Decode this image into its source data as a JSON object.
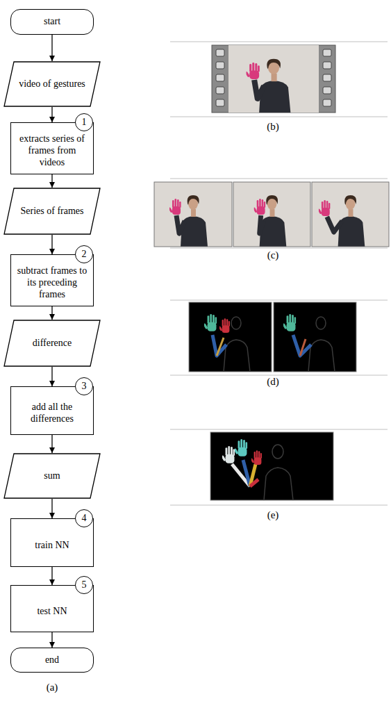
{
  "diagram": {
    "nodes": [
      {
        "text": [
          "start"
        ]
      },
      {
        "text": [
          "video of gestures"
        ]
      },
      {
        "text": [
          "extracts series of frames from videos"
        ]
      },
      {
        "text": [
          "1"
        ]
      },
      {
        "text": [
          "Series of frames"
        ]
      },
      {
        "text": [
          "subtract frames to its preceding frames"
        ]
      },
      {
        "text": [
          "2"
        ]
      },
      {
        "text": [
          "difference"
        ]
      },
      {
        "text": [
          "add all the differences"
        ]
      },
      {
        "text": [
          "3"
        ]
      },
      {
        "text": [
          "sum"
        ]
      },
      {
        "text": [
          "train NN"
        ]
      },
      {
        "text": [
          "4"
        ]
      },
      {
        "text": [
          "test NN"
        ]
      },
      {
        "text": [
          "5"
        ]
      },
      {
        "text": [
          "end"
        ]
      }
    ],
    "edges": [
      {
        "from": 0,
        "to": 1,
        "arrow": "to"
      },
      {
        "from": 1,
        "to": 2,
        "arrow": "to"
      },
      {
        "from": 2,
        "to": 4,
        "arrow": "to"
      },
      {
        "from": 4,
        "to": 5,
        "arrow": "to"
      },
      {
        "from": 5,
        "to": 7,
        "arrow": "to"
      },
      {
        "from": 7,
        "to": 8,
        "arrow": "to"
      },
      {
        "from": 8,
        "to": 10,
        "arrow": "to"
      },
      {
        "from": 10,
        "to": 11,
        "arrow": "to"
      },
      {
        "from": 11,
        "to": 13,
        "arrow": "to"
      },
      {
        "from": 13,
        "to": 15,
        "arrow": "to"
      }
    ],
    "labels": [
      "(b)",
      "(c)",
      "(d)",
      "(e)",
      "(a)"
    ]
  }
}
